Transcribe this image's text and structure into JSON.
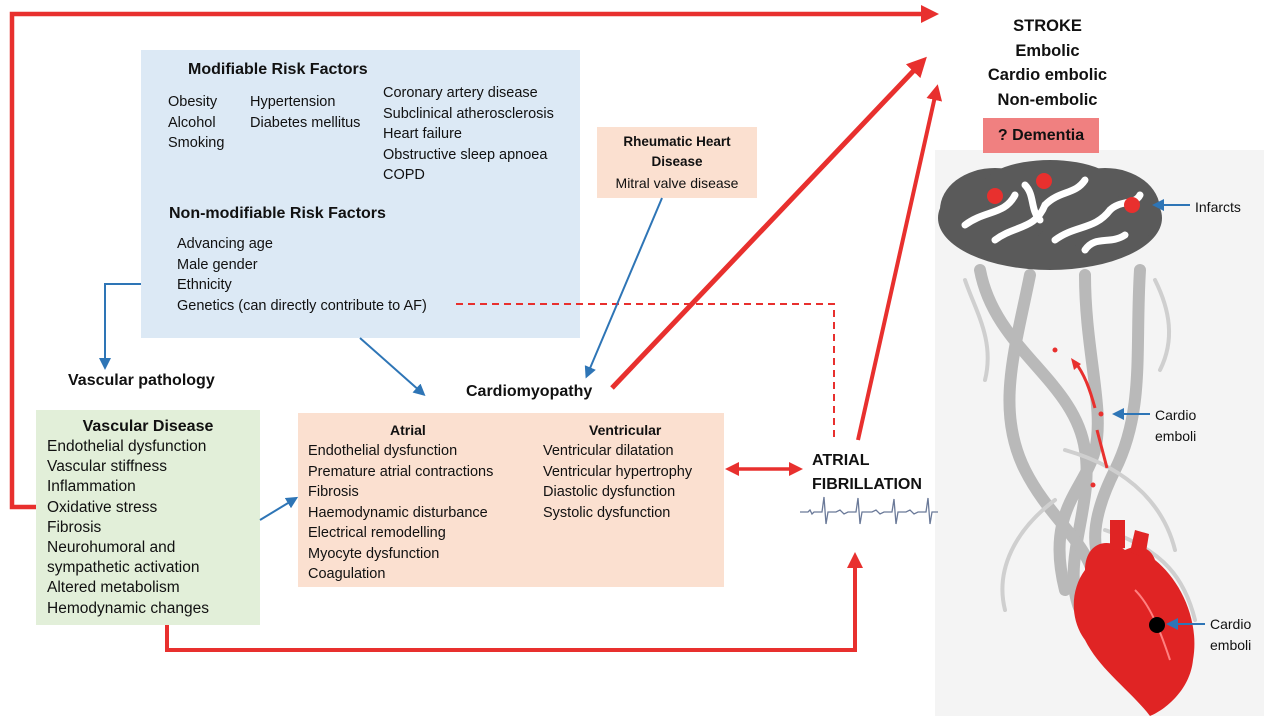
{
  "stroke": {
    "lines": [
      "STROKE",
      "Embolic",
      "Cardio embolic",
      "Non-embolic"
    ],
    "dementia": "? Dementia"
  },
  "modifiable": {
    "title": "Modifiable Risk Factors",
    "col1": [
      "Obesity",
      "Alcohol",
      "Smoking"
    ],
    "col2": [
      "Hypertension",
      "Diabetes mellitus"
    ],
    "col3": [
      "Coronary artery disease",
      "Subclinical atherosclerosis",
      "Heart failure",
      "Obstructive sleep apnoea",
      "COPD"
    ]
  },
  "nonmodifiable": {
    "title": "Non-modifiable Risk Factors",
    "items": [
      "Advancing age",
      "Male gender",
      "Ethnicity",
      "Genetics (can directly contribute to AF)"
    ]
  },
  "rheumatic": {
    "title_line1": "Rheumatic Heart",
    "title_line2": "Disease",
    "item": "Mitral valve disease"
  },
  "vascular_pathology": "Vascular pathology",
  "cardiomyopathy": {
    "title": "Cardiomyopathy",
    "atrial_title": "Atrial",
    "atrial": [
      "Endothelial dysfunction",
      "Premature atrial contractions",
      "Fibrosis",
      "Haemodynamic disturbance",
      "Electrical remodelling",
      "Myocyte dysfunction",
      "Coagulation"
    ],
    "ventricular_title": "Ventricular",
    "ventricular": [
      "Ventricular dilatation",
      "Ventricular hypertrophy",
      "Diastolic dysfunction",
      "Systolic dysfunction"
    ]
  },
  "vascular_disease": {
    "title": "Vascular Disease",
    "items": [
      "Endothelial dysfunction",
      "Vascular stiffness",
      "Inflammation",
      "Oxidative stress",
      "Fibrosis",
      "Neurohumoral and",
      "sympathetic activation",
      "Altered metabolism",
      "Hemodynamic changes"
    ]
  },
  "af": {
    "line1": "ATRIAL",
    "line2": "FIBRILLATION"
  },
  "labels": {
    "infarcts": "Infarcts",
    "emboli1_a": "Cardio",
    "emboli1_b": "emboli",
    "emboli2_a": "Cardio",
    "emboli2_b": "emboli"
  },
  "colors": {
    "red": "#e8302e",
    "blue": "#2e75b6",
    "modifiable_bg": "#dce9f5",
    "cardiomyopathy_bg": "#fbe0d0",
    "vascular_bg": "#e2efd9",
    "dementia_bg": "#f08080",
    "brain": "#5b5b5b",
    "vessels": "#b8b8b8",
    "heart": "#e02424"
  }
}
